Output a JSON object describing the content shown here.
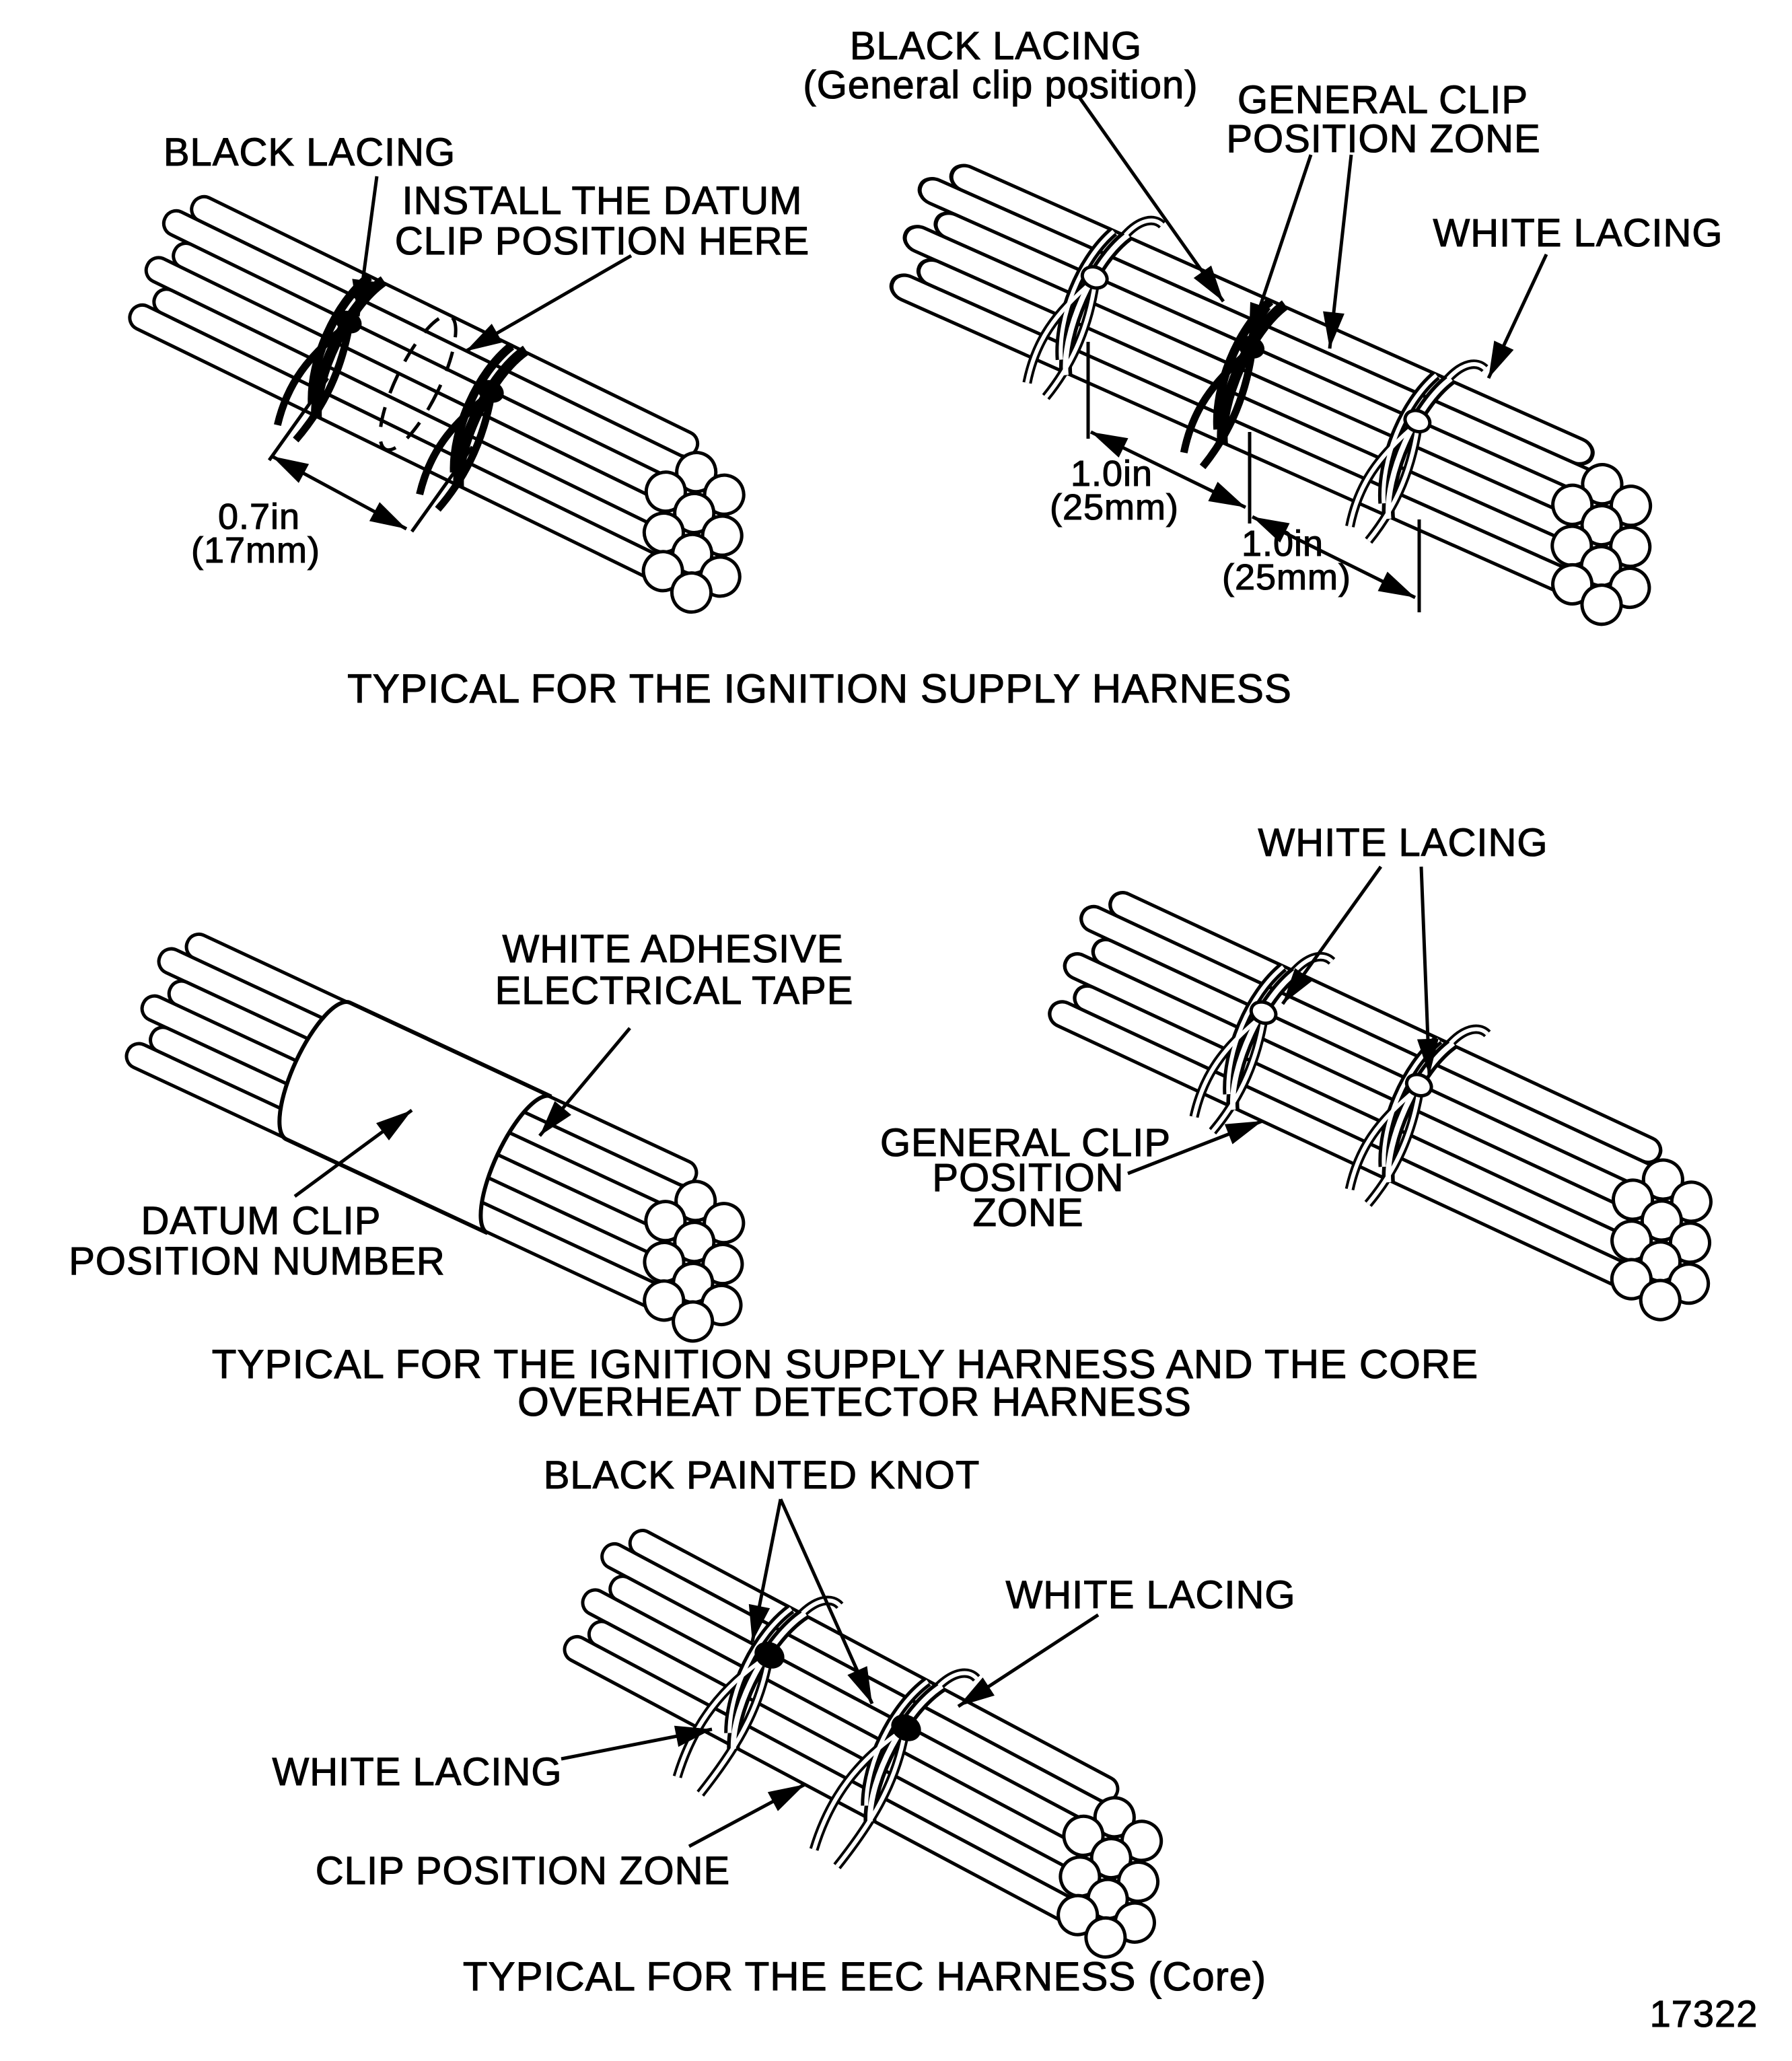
{
  "figure": {
    "number": "17322",
    "caption1": "TYPICAL FOR THE IGNITION SUPPLY HARNESS",
    "caption2a": "TYPICAL FOR THE IGNITION SUPPLY HARNESS AND THE CORE",
    "caption2b": "OVERHEAT DETECTOR HARNESS",
    "caption3": "TYPICAL FOR THE EEC HARNESS (Core)",
    "d1": {
      "black_lacing": "BLACK LACING",
      "install1": "INSTALL THE DATUM",
      "install2": "CLIP POSITION HERE",
      "dim_in": "0.7in",
      "dim_mm": "(17mm)"
    },
    "d2": {
      "black_lacing1": "BLACK LACING",
      "black_lacing2": "(General clip position)",
      "zone1": "GENERAL CLIP",
      "zone2": "POSITION ZONE",
      "white_lacing": "WHITE LACING",
      "dim1_in": "1.0in",
      "dim1_mm": "(25mm)",
      "dim2_in": "1.0in",
      "dim2_mm": "(25mm)"
    },
    "d3": {
      "tape1": "WHITE ADHESIVE",
      "tape2": "ELECTRICAL TAPE",
      "datum1": "DATUM CLIP",
      "datum2": "POSITION NUMBER"
    },
    "d4": {
      "white_lacing": "WHITE LACING",
      "zone1": "GENERAL CLIP",
      "zone2": "POSITION",
      "zone3": "ZONE"
    },
    "d5": {
      "knot": "BLACK PAINTED KNOT",
      "white_lacing_right": "WHITE LACING",
      "white_lacing_left": "WHITE LACING",
      "zone": "CLIP POSITION ZONE"
    },
    "colors": {
      "ink": "#000000",
      "paper": "#ffffff"
    }
  }
}
